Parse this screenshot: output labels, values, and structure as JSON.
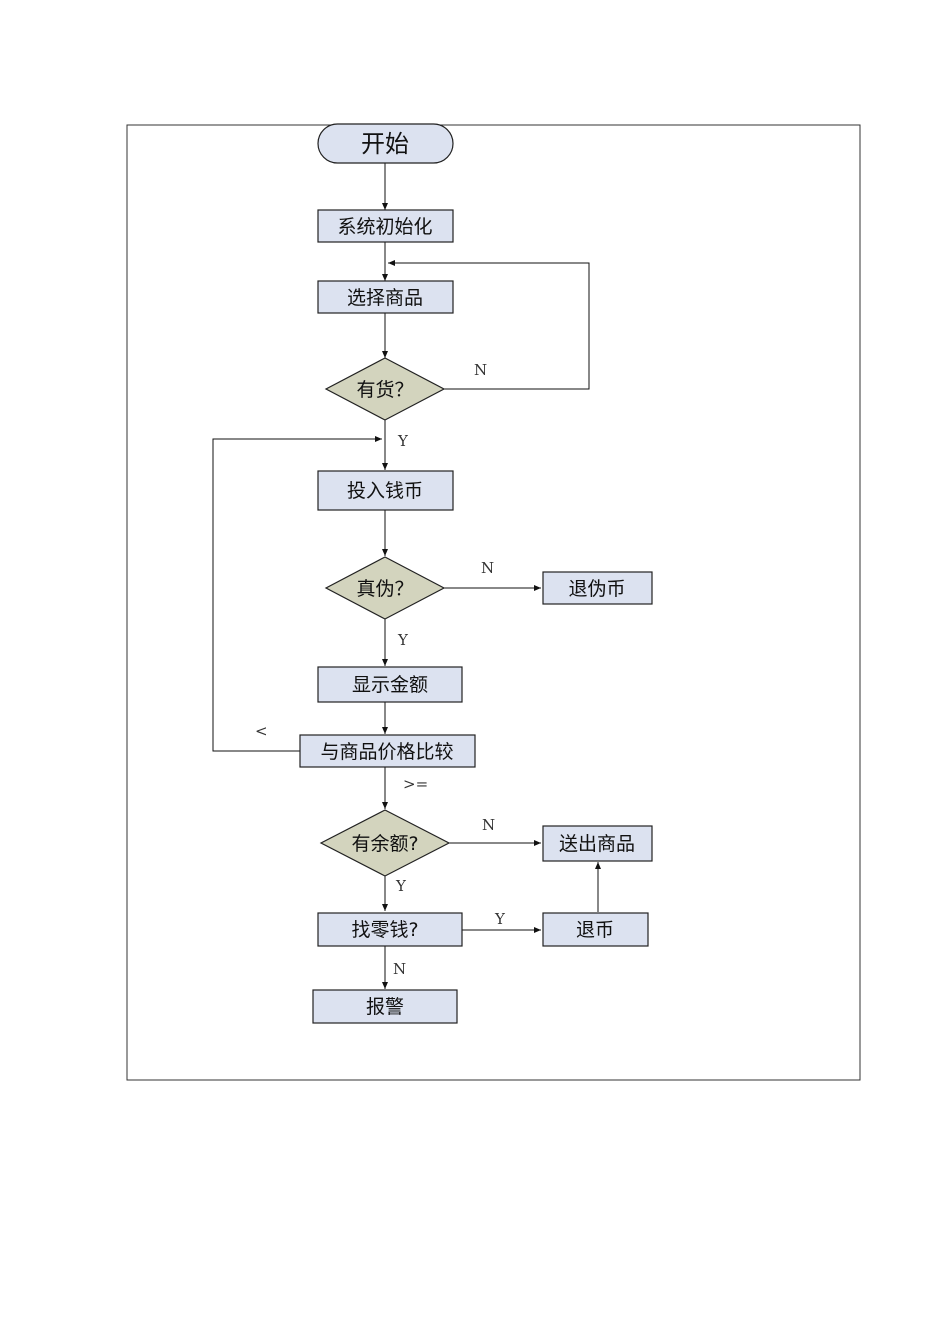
{
  "nodes": {
    "start": "开始",
    "init": "系统初始化",
    "select": "选择商品",
    "in_stock": "有货？",
    "insert": "投入钱币",
    "genuine": "真伪？",
    "refund_fake": "退伪币",
    "show_amount": "显示金额",
    "compare": "与商品价格比较",
    "balance": "有余额?",
    "deliver": "送出商品",
    "change": "找零钱?",
    "refund": "退币",
    "alarm": "报警"
  },
  "edges": {
    "stock_no": "N",
    "stock_yes": "Y",
    "genuine_no": "N",
    "genuine_yes": "Y",
    "less": "<",
    "greater_equal": ">=",
    "balance_no": "N",
    "balance_yes": "Y",
    "change_yes": "Y",
    "change_no": "N"
  },
  "colors": {
    "process_fill": "#dce2f0",
    "decision_fill": "#d3d4be",
    "stroke": "#222222"
  }
}
